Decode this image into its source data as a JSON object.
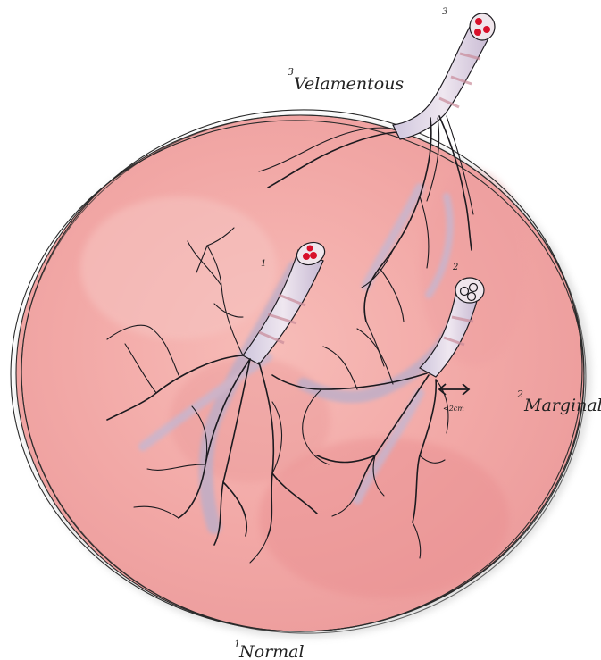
{
  "title": "",
  "labels": {
    "normal": {
      "num": "1",
      "text": "Normal"
    },
    "marginal": {
      "num": "2",
      "text": "Marginal"
    },
    "velamentous": {
      "num": "3",
      "text": "Velamentous"
    }
  },
  "markers": {
    "normal": "1",
    "marginal": "2",
    "velamentous": "3"
  },
  "measurement": "<2cm",
  "colors": {
    "placenta": "#f2a8a6",
    "placenta_dark": "#e88c8c",
    "vessel": "#b9aec9",
    "cord_stripe": "#c98b9a",
    "vessel_cut": "#d8102a",
    "ink": "#1c1a1f"
  }
}
